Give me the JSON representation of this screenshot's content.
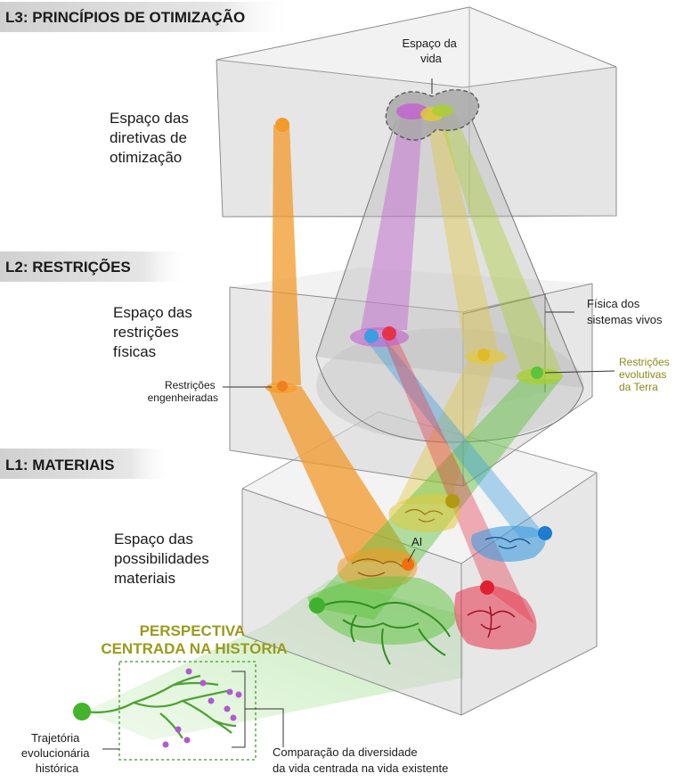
{
  "levels": {
    "l3": {
      "code": "L3:",
      "name": "PRINCÍPIOS DE OTIMIZAÇÃO"
    },
    "l2": {
      "code": "L2:",
      "name": "RESTRIÇÕES"
    },
    "l1": {
      "code": "L1:",
      "name": "MATERIAIS"
    }
  },
  "spaces": {
    "optimization": [
      "Espaço das",
      "diretivas de",
      "otimização"
    ],
    "constraints": [
      "Espaço das",
      "restrições",
      "físicas"
    ],
    "materials": [
      "Espaço das",
      "possibilidades",
      "materiais"
    ]
  },
  "labels": {
    "life_space": [
      "Espaço da",
      "vida"
    ],
    "living_physics": [
      "Física dos",
      "sistemas vivos"
    ],
    "earth_constraints": [
      "Restrições",
      "evolutivas",
      "da Terra"
    ],
    "engineered": [
      "Restrições",
      "engenheiradas"
    ],
    "ai": "AI",
    "history_title": [
      "PERSPECTIVA",
      "CENTRADA NA HISTÓRIA"
    ],
    "trajectory": [
      "Trajetória",
      "evolucionária",
      "histórica"
    ],
    "comparison": [
      "Comparação da diversidade",
      "da vida centrada na vida existente"
    ]
  },
  "colors": {
    "orange": "#f39a2a",
    "purple": "#c35fd0",
    "yellow": "#e2c93a",
    "lime": "#a9cf32",
    "green": "#5cc33a",
    "blue": "#3c9de0",
    "red": "#e5344a",
    "olive_text": "#9a9a1e",
    "box_fill": "#d9d9d9"
  }
}
